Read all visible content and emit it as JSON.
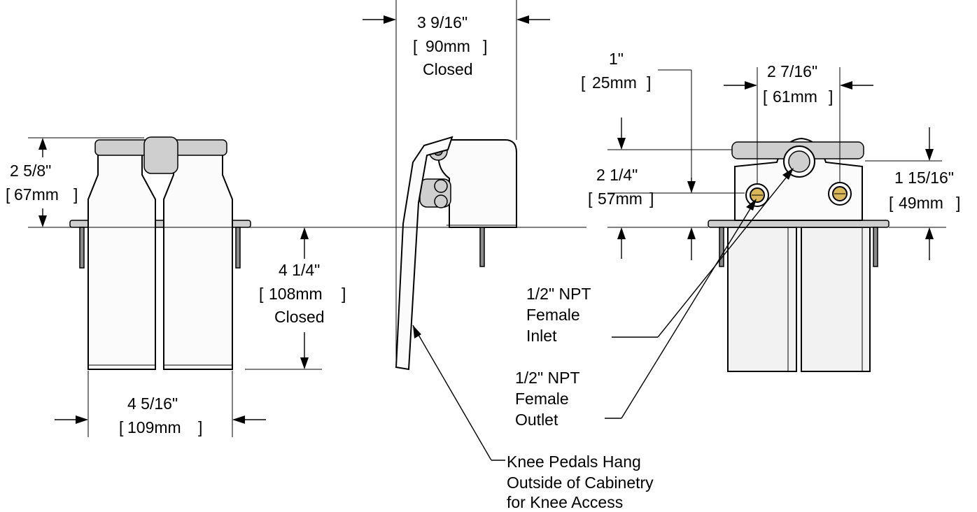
{
  "diagram": {
    "dimensions": {
      "left_height": {
        "imperial": "2 5/8\"",
        "metric": "67mm"
      },
      "left_width": {
        "imperial": "4 5/16\"",
        "metric": "109mm"
      },
      "drop": {
        "imperial": "4 1/4\"",
        "metric": "108mm",
        "note": "Closed"
      },
      "side_depth": {
        "imperial": "3 9/16\"",
        "metric": "90mm",
        "note": "Closed"
      },
      "port_offset": {
        "imperial": "1\"",
        "metric": "25mm"
      },
      "port_spacing": {
        "imperial": "2 7/16\"",
        "metric": "61mm"
      },
      "port_height": {
        "imperial": "2 1/4\"",
        "metric": "57mm"
      },
      "right_height": {
        "imperial": "1 15/16\"",
        "metric": "49mm"
      }
    },
    "callouts": {
      "inlet": [
        "1/2\" NPT",
        "Female",
        "Inlet"
      ],
      "outlet": [
        "1/2\" NPT",
        "Female",
        "Outlet"
      ],
      "pedals": [
        "Knee Pedals Hang",
        "Outside of Cabinetry",
        "for Knee Access"
      ]
    }
  }
}
